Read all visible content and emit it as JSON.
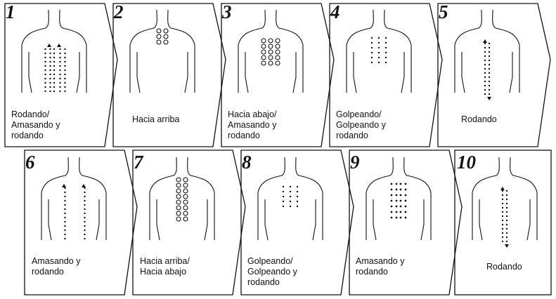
{
  "steps": [
    {
      "number": "1",
      "label": "Rodando/\nAmasando y\nrodando"
    },
    {
      "number": "2",
      "label": "Hacia arriba"
    },
    {
      "number": "3",
      "label": "Hacia abajo/\nAmasando y\nrodando"
    },
    {
      "number": "4",
      "label": "Golpeando/\nGolpeando y\nrodando"
    },
    {
      "number": "5",
      "label": "Rodando"
    },
    {
      "number": "6",
      "label": "Amasando y\nrodando"
    },
    {
      "number": "7",
      "label": "Hacia arriba/\nHacia abajo"
    },
    {
      "number": "8",
      "label": "Golpeando/\nGolpeando y\nrodando"
    },
    {
      "number": "9",
      "label": "Amasando y\nrodando"
    },
    {
      "number": "10",
      "label": "Rodando"
    }
  ],
  "colors": {
    "line": "#111111",
    "background": "#ffffff"
  }
}
